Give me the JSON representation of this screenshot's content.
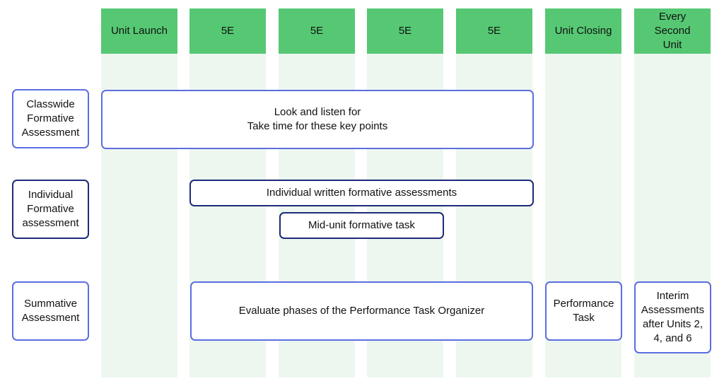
{
  "columns": [
    "Unit Launch",
    "5E",
    "5E",
    "5E",
    "5E",
    "Unit Closing",
    "Every Second Unit"
  ],
  "rows": {
    "classwide": "Classwide Formative Assessment",
    "individual": "Individual Formative assessment",
    "summative": "Summative Assessment"
  },
  "boxes": {
    "look_listen": "Look and listen for\nTake time for these key points",
    "individual_written": "Individual written formative assessments",
    "mid_unit": "Mid-unit formative task",
    "evaluate_phases": "Evaluate phases of the Performance Task Organizer",
    "performance_task": "Performance Task",
    "interim": "Interim Assessments after Units 2, 4, and 6"
  },
  "colors": {
    "header_green": "#56c873",
    "column_tint": "#edf7ef",
    "border_light": "#5b6ee0",
    "border_dark": "#1e2a7a"
  }
}
